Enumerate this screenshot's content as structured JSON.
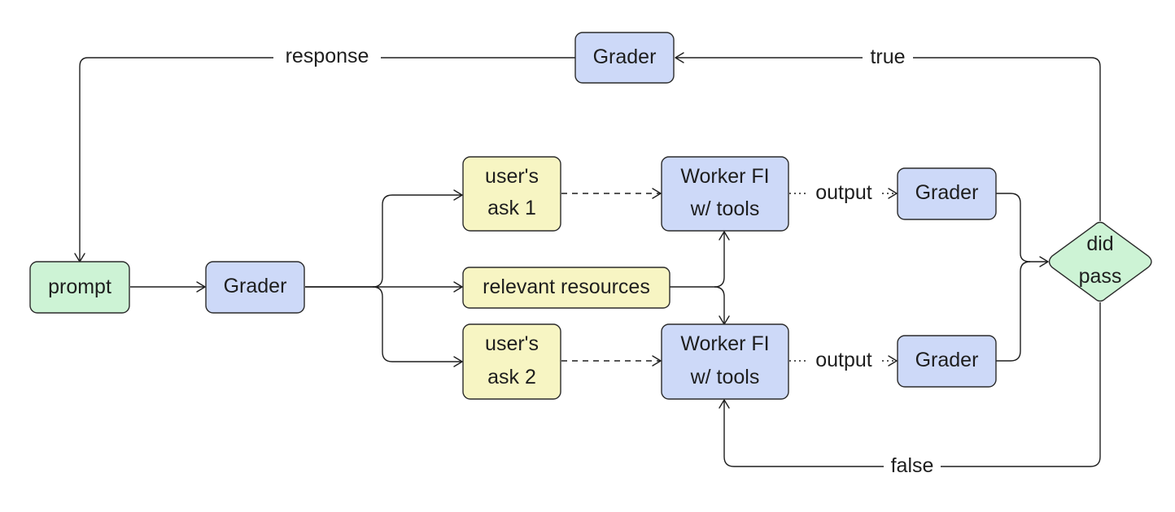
{
  "colors": {
    "grader": "#cdd9f8",
    "prompt": "#cdf3d5",
    "ask": "#f7f5c3",
    "decision": "#cdf3d5",
    "line": "#1e1e1e"
  },
  "nodes": {
    "grader_top": "Grader",
    "prompt": "prompt",
    "grader_main": "Grader",
    "ask1_line1": "user's",
    "ask1_line2": "ask 1",
    "resources": "relevant resources",
    "ask2_line1": "user's",
    "ask2_line2": "ask 2",
    "worker1_line1": "Worker FI",
    "worker1_line2": "w/ tools",
    "worker2_line1": "Worker FI",
    "worker2_line2": "w/ tools",
    "grader_1": "Grader",
    "grader_2": "Grader",
    "decision_line1": "did",
    "decision_line2": "pass"
  },
  "edge_labels": {
    "response": "response",
    "true": "true",
    "false": "false",
    "output_1": "output",
    "output_2": "output"
  }
}
